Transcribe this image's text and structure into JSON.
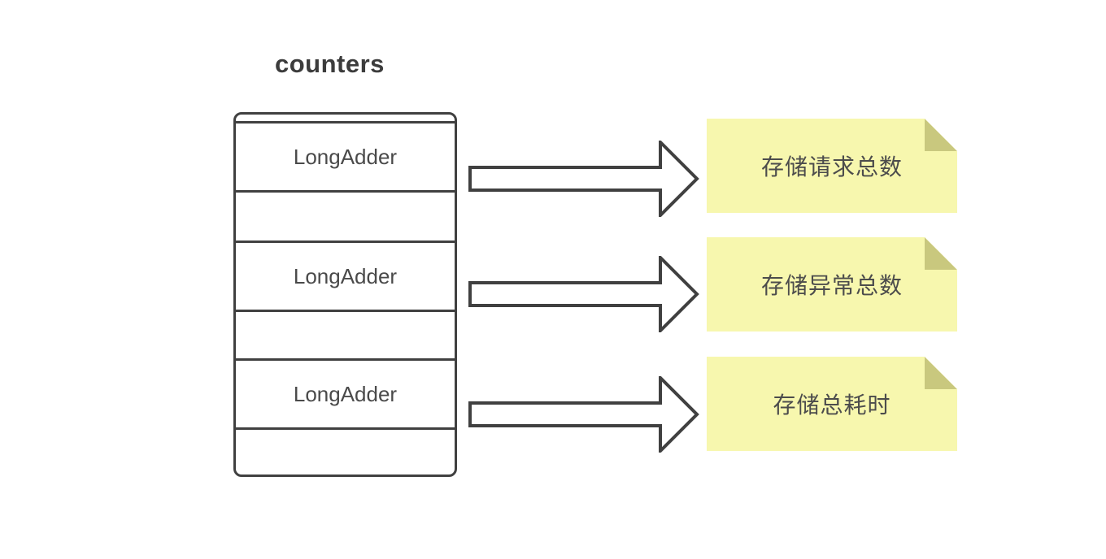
{
  "diagram": {
    "title": "counters",
    "array": {
      "cells": [
        {
          "index": 0,
          "label": "LongAdder"
        },
        {
          "index": 1,
          "label": ""
        },
        {
          "index": 2,
          "label": "LongAdder"
        },
        {
          "index": 3,
          "label": ""
        },
        {
          "index": 4,
          "label": "LongAdder"
        },
        {
          "index": 5,
          "label": ""
        }
      ]
    },
    "notes": [
      {
        "text": "存储请求总数"
      },
      {
        "text": "存储异常总数"
      },
      {
        "text": "存储总耗时"
      }
    ],
    "connections": [
      {
        "from_cell": 0,
        "to_note": 0
      },
      {
        "from_cell": 2,
        "to_note": 1
      },
      {
        "from_cell": 4,
        "to_note": 2
      }
    ],
    "colors": {
      "line": "#404040",
      "text": "#4a4a4a",
      "note_fill": "#f7f7ae",
      "note_fold": "#c9c87e",
      "background": "#ffffff"
    }
  }
}
